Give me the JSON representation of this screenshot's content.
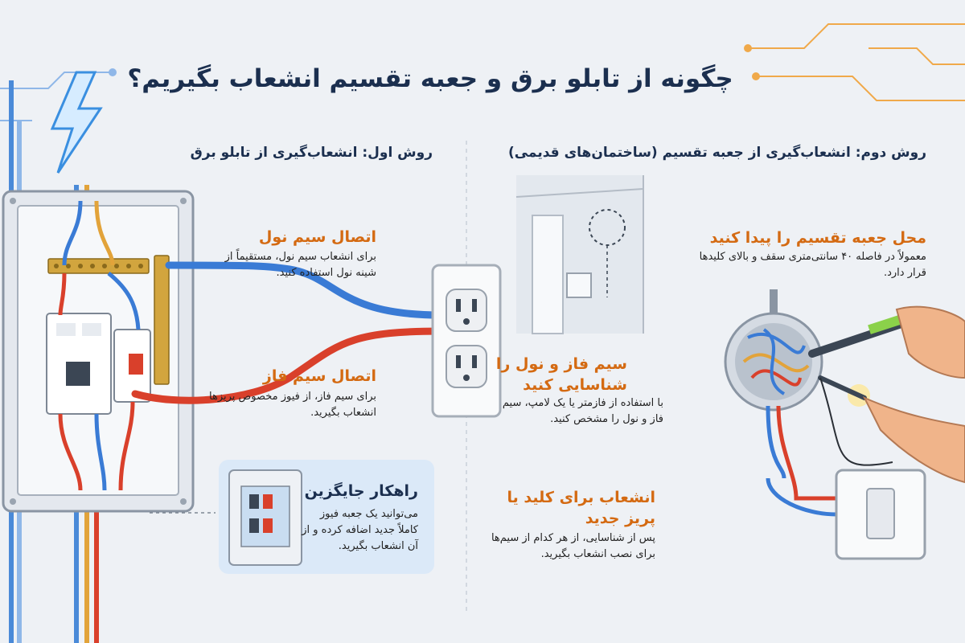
{
  "title": "چگونه از تابلو برق و جعبه تقسیم انشعاب بگیریم؟",
  "method_one": {
    "heading": "روش اول: انشعاب‌گیری از تابلو برق",
    "neutral": {
      "title": "اتصال سیم نول",
      "text": "برای انشعاب سیم نول، مستقیماً از شینه نول استفاده کنید."
    },
    "phase": {
      "title": "اتصال سیم فاز",
      "text": "برای سیم فاز، از فیوز مخصوص پریزها انشعاب بگیرید."
    },
    "alternative": {
      "title": "راهکار جایگزین",
      "text": "می‌توانید یک جعبه فیوز کاملاً جدید اضافه کرده و از آن انشعاب بگیرید."
    }
  },
  "method_two": {
    "heading": "روش دوم: انشعاب‌گیری از جعبه تقسیم (ساختمان‌های قدیمی)",
    "locate": {
      "title": "محل جعبه تقسیم را پیدا کنید",
      "text": "معمولاً در فاصله ۴۰ سانتی‌متری سقف و بالای کلیدها قرار دارد."
    },
    "identify": {
      "title": "سیم فاز و نول را شناسایی کنید",
      "text": "با استفاده از فازمتر یا یک لامپ، سیم فاز و نول را مشخص کنید."
    },
    "branch": {
      "title": "انشعاب برای کلید یا پریز جدید",
      "text": "پس از شناسایی، از هر کدام از سیم‌ها برای نصب انشعاب بگیرید."
    }
  },
  "colors": {
    "neutral_wire": "#3a7bd5",
    "phase_wire": "#d9402b",
    "earth_wire": "#e2a33a",
    "accent": "#d46a12",
    "heading": "#1b2f4f"
  }
}
